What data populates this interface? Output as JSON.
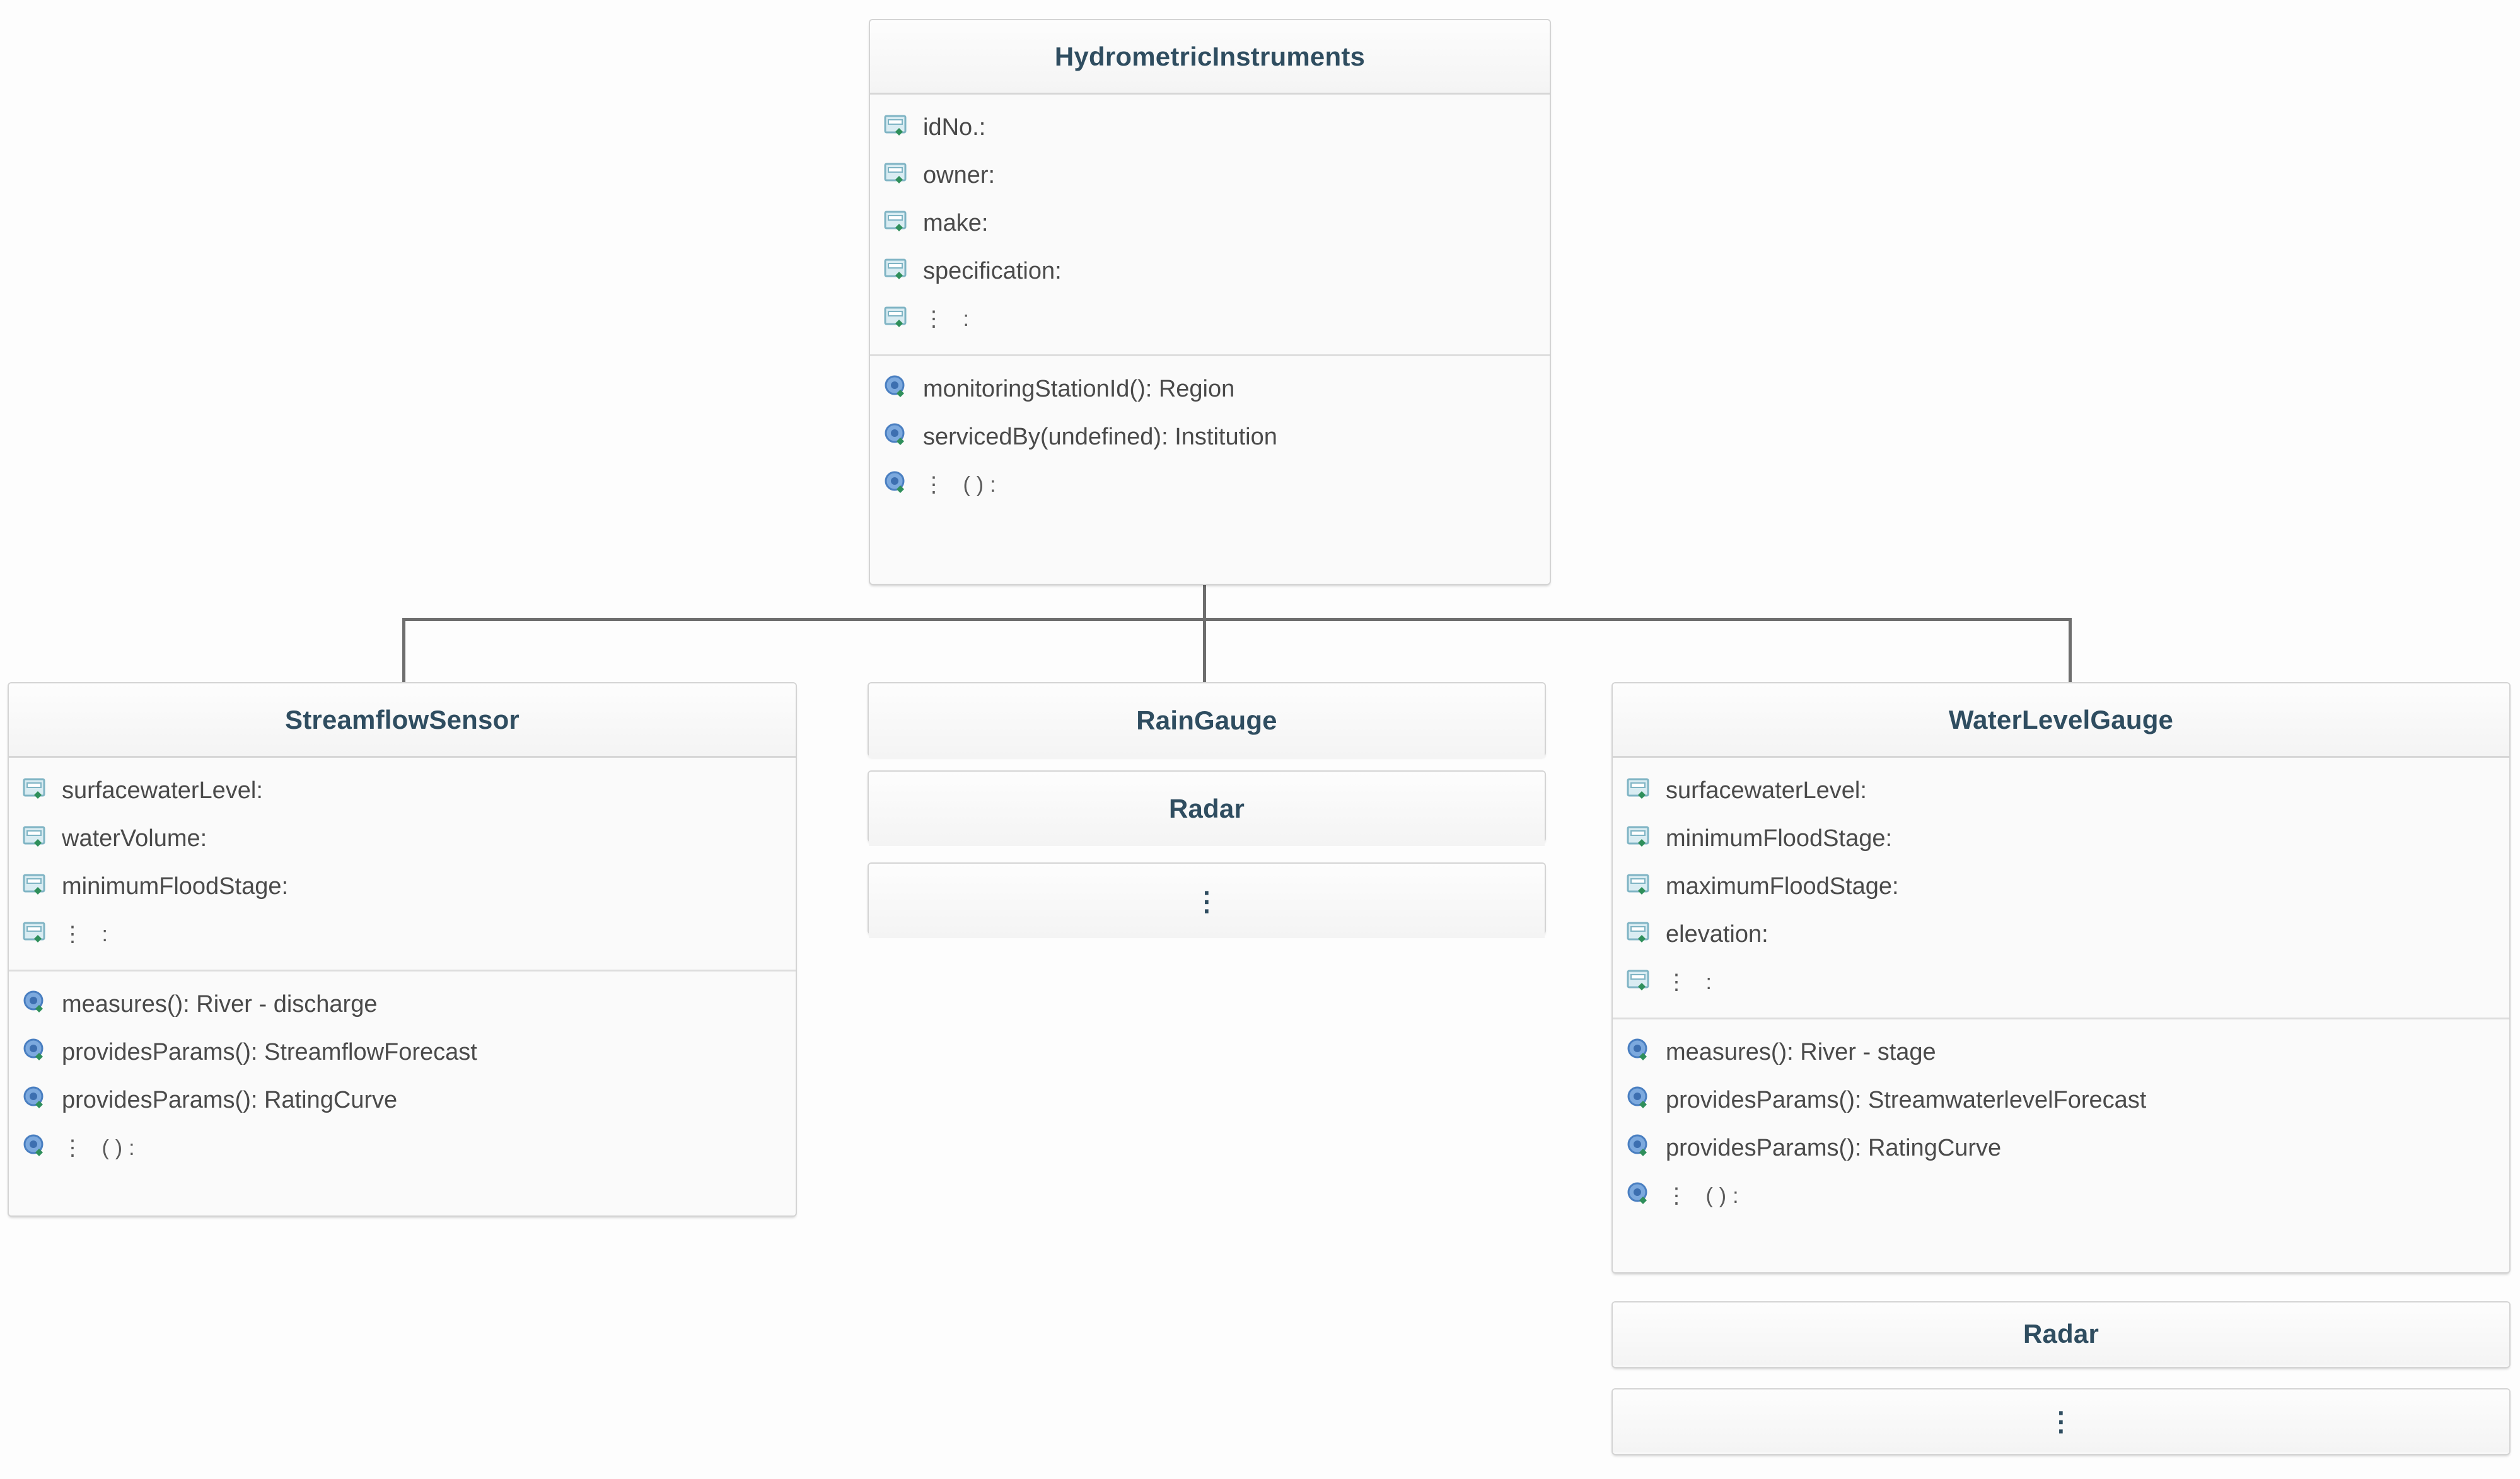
{
  "diagram": {
    "type": "uml-class-diagram",
    "relationship": "generalization"
  },
  "classes": {
    "parent": {
      "name": "HydrometricInstruments",
      "attributes": [
        {
          "icon": "attribute-icon",
          "label": "idNo.:"
        },
        {
          "icon": "attribute-icon",
          "label": "owner:"
        },
        {
          "icon": "attribute-icon",
          "label": "make:"
        },
        {
          "icon": "attribute-icon",
          "label": "specification:"
        },
        {
          "icon": "attribute-icon",
          "label": "⋮ :"
        }
      ],
      "methods": [
        {
          "icon": "method-icon",
          "label": "monitoringStationId(): Region"
        },
        {
          "icon": "method-icon",
          "label": "servicedBy(undefined): Institution"
        },
        {
          "icon": "method-icon",
          "label": "⋮ ():"
        }
      ]
    },
    "streamflow_sensor": {
      "name": "StreamflowSensor",
      "attributes": [
        {
          "icon": "attribute-icon",
          "label": "surfacewaterLevel:"
        },
        {
          "icon": "attribute-icon",
          "label": "waterVolume:"
        },
        {
          "icon": "attribute-icon",
          "label": "minimumFloodStage:"
        },
        {
          "icon": "attribute-icon",
          "label": "⋮ :"
        }
      ],
      "methods": [
        {
          "icon": "method-icon",
          "label": "measures(): River - discharge"
        },
        {
          "icon": "method-icon",
          "label": "providesParams(): StreamflowForecast"
        },
        {
          "icon": "method-icon",
          "label": "providesParams(): RatingCurve"
        },
        {
          "icon": "method-icon",
          "label": "⋮ ():"
        }
      ]
    },
    "rain_gauge": {
      "name": "RainGauge",
      "sub_boxes": [
        {
          "name": "Radar"
        },
        {
          "name": "⋮"
        }
      ]
    },
    "water_level_gauge": {
      "name": "WaterLevelGauge",
      "attributes": [
        {
          "icon": "attribute-icon",
          "label": "surfacewaterLevel:"
        },
        {
          "icon": "attribute-icon",
          "label": "minimumFloodStage:"
        },
        {
          "icon": "attribute-icon",
          "label": "maximumFloodStage:"
        },
        {
          "icon": "attribute-icon",
          "label": "elevation:"
        },
        {
          "icon": "attribute-icon",
          "label": "⋮ :"
        }
      ],
      "methods": [
        {
          "icon": "method-icon",
          "label": "measures(): River - stage"
        },
        {
          "icon": "method-icon",
          "label": "providesParams(): StreamwaterlevelForecast"
        },
        {
          "icon": "method-icon",
          "label": "providesParams(): RatingCurve"
        },
        {
          "icon": "method-icon",
          "label": "⋮ ():"
        }
      ],
      "sub_boxes": [
        {
          "name": "Radar"
        },
        {
          "name": "⋮"
        }
      ]
    }
  },
  "colors": {
    "title": "#2f4d60",
    "member_text": "#4a4a4a",
    "box_border": "#d4d4d4",
    "box_fill": "#fafafa",
    "connector": "#6e6e6e",
    "attribute_icon": "#7fb4c4",
    "method_icon": "#4a7fc1",
    "icon_badge": "#2f8f5b"
  }
}
